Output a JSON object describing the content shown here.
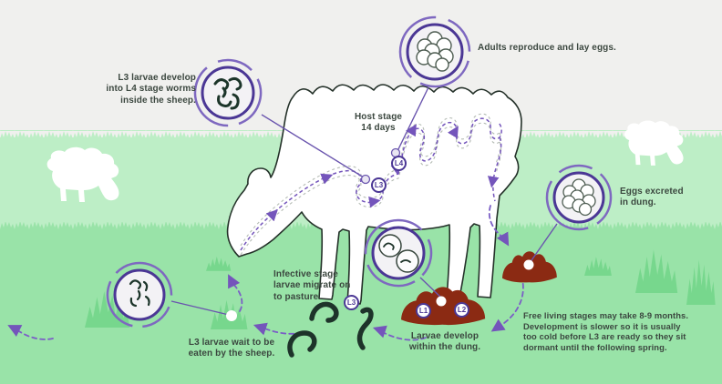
{
  "diagram": {
    "title_context": "Sheep worm lifecycle infographic",
    "labels": {
      "l3_develop": "L3 larvae develop\ninto L4 stage worms\ninside the sheep.",
      "adults_reproduce": "Adults reproduce and lay eggs.",
      "host_stage": "Host stage\n14 days",
      "eggs_excreted": "Eggs excreted\nin dung.",
      "free_living": "Free living stages may take 8-9 months.\nDevelopment is slower so it is usually\ntoo cold before L3 are ready so they sit\ndormant until the following spring.",
      "larvae_develop": "Larvae develop\nwithin the dung.",
      "infective_stage": "Infective stage\nlarvae migrate on\nto pasture.",
      "l3_wait": "L3 larvae wait to be\neaten by the sheep."
    },
    "stages": {
      "gut_l3": "L3",
      "gut_l4": "L4",
      "dung_l1": "L1",
      "dung_l2": "L2",
      "pasture_l3": "L3"
    },
    "icons": {
      "circle_top_left": "l4-worms-icon",
      "circle_top_right": "egg-cluster-icon",
      "circle_right": "egg-cluster-icon",
      "circle_mid": "l1-l2-larvae-icon",
      "circle_bottom_left": "l3-worms-icon"
    },
    "colors": {
      "accent_purple": "#4b3795",
      "dashed_purple": "#7b5ec6",
      "connector_purple": "#6a55ae",
      "dung_brown": "#8b2a13",
      "worm_dark": "#1e332a",
      "sheep_outline": "#243129",
      "sky_gray": "#f0f0ee",
      "grass_light": "#bdeec6",
      "grass_mid": "#99e3a8",
      "grass_tuft": "#77d78d",
      "text": "#3b473f"
    }
  }
}
